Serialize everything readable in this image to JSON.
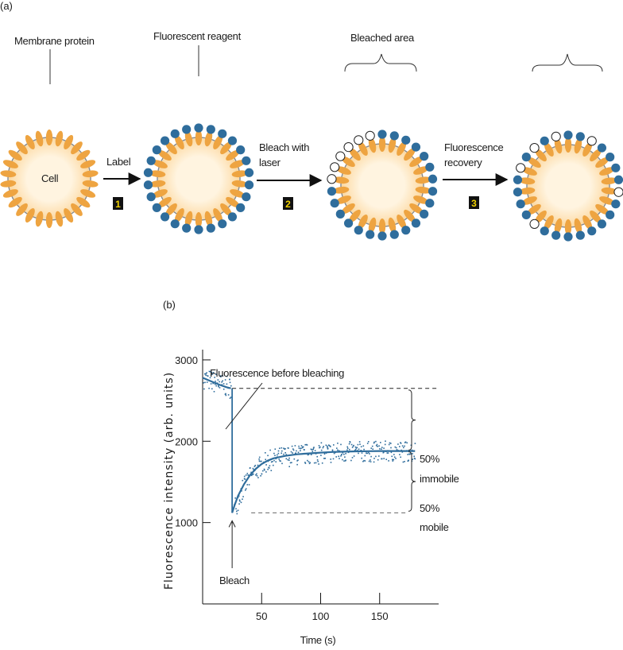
{
  "panel_a": {
    "label": "(a)",
    "membrane_protein_label": "Membrane protein",
    "cell_label": "Cell",
    "fluorescent_reagent_label": "Fluorescent reagent",
    "bleached_area_label": "Bleached area",
    "steps": [
      {
        "number": "1",
        "label_lines": [
          "Label"
        ]
      },
      {
        "number": "2",
        "label_lines": [
          "Bleach with",
          "laser"
        ]
      },
      {
        "number": "3",
        "label_lines": [
          "Fluorescence",
          "recovery"
        ]
      }
    ]
  },
  "panel_b": {
    "label": "(b)",
    "before_bleaching_label": "Fluorescence before bleaching",
    "bleach_label": "Bleach",
    "immobile_label_lines": [
      "50%",
      "immobile"
    ],
    "mobile_label_lines": [
      "50%",
      "mobile"
    ]
  },
  "colors": {
    "cell_fill_center": "#fff4e0",
    "cell_fill_edge": "#fcd9a2",
    "protein": "#eea441",
    "reagent": "#2f6d9c",
    "bleached": "#ffffff",
    "step_box": "#111111",
    "step_number": "#f2d200"
  },
  "chart_data": {
    "type": "scatter",
    "xlabel": "Time (s)",
    "ylabel": "Fluorescence intensity (arb. units)",
    "xlim": [
      0,
      200
    ],
    "ylim": [
      0,
      3600
    ],
    "xticks": [
      50,
      100,
      150
    ],
    "yticks": [
      1000,
      2000,
      3000
    ],
    "grid": false,
    "bleach_time": 25,
    "baseline_before_bleach": 2650,
    "minimum_after_bleach": 1120,
    "recovered_plateau": 1880,
    "series": [
      {
        "x": [
          0,
          5,
          10,
          15,
          20,
          24,
          25,
          27,
          30,
          35,
          40,
          45,
          50,
          55,
          60,
          70,
          80,
          90,
          100,
          110,
          120,
          130,
          140,
          150,
          160,
          170,
          180
        ],
        "values": [
          2780,
          2750,
          2720,
          2690,
          2665,
          2650,
          1120,
          1210,
          1330,
          1470,
          1580,
          1660,
          1720,
          1760,
          1790,
          1820,
          1840,
          1850,
          1860,
          1868,
          1872,
          1876,
          1878,
          1880,
          1880,
          1880,
          1880
        ]
      }
    ]
  }
}
